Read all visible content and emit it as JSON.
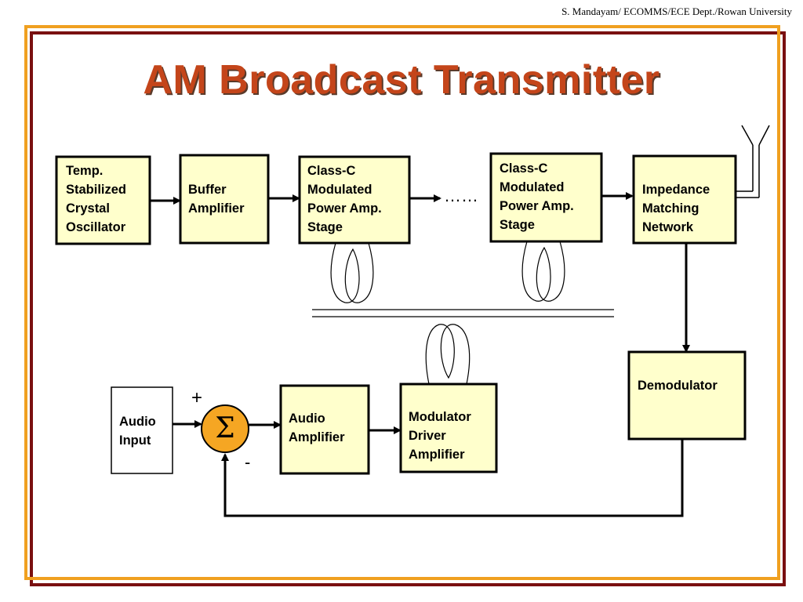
{
  "header": {
    "credit": "S. Mandayam/ ECOMMS/ECE Dept./Rowan University",
    "title": "AM Broadcast Transmitter"
  },
  "blocks": {
    "oscillator": [
      "Temp.",
      "Stabilized",
      "Crystal",
      "Oscillator"
    ],
    "buffer": [
      "Buffer",
      "Amplifier"
    ],
    "classc1": [
      "Class-C",
      "Modulated",
      "Power Amp.",
      "Stage"
    ],
    "classc2": [
      "Class-C",
      "Modulated",
      "Power Amp.",
      "Stage"
    ],
    "impedance": [
      "Impedance",
      "Matching",
      "Network"
    ],
    "demodulator": [
      "Demodulator"
    ],
    "audio_input": [
      "Audio",
      "Input"
    ],
    "audio_amp": [
      "Audio",
      "Amplifier"
    ],
    "mod_driver": [
      "Modulator",
      "Driver",
      "Amplifier"
    ]
  },
  "summer": {
    "symbol": "Σ",
    "plus": "+",
    "minus": "-"
  },
  "ellipsis": "……",
  "colors": {
    "title": "#c4451a",
    "block_fill": "#ffffcc",
    "summer_fill": "#f5a623",
    "frame_outer": "#7a1010",
    "frame_inner": "#f0a020"
  }
}
